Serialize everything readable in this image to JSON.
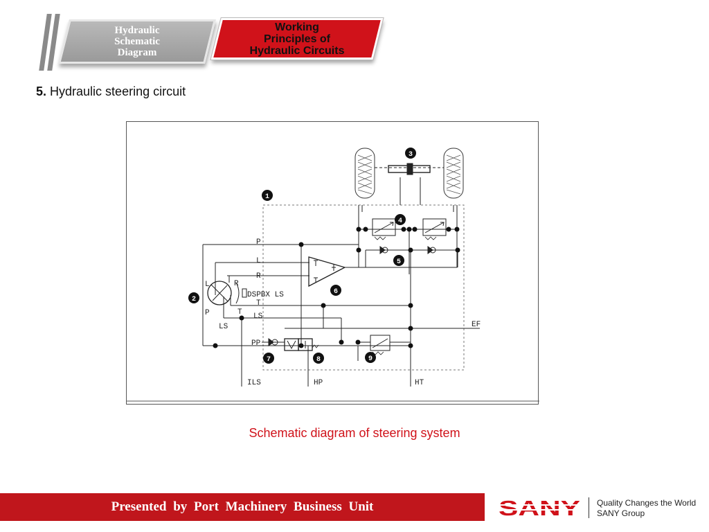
{
  "tabs": [
    {
      "label": "Hydraulic Schematic Diagram",
      "lines": [
        "Hydraulic",
        "Schematic",
        "Diagram"
      ],
      "active": false
    },
    {
      "label": "Working Principles of Hydraulic Circuits",
      "lines": [
        "Working",
        "Principles of",
        "Hydraulic Circuits"
      ],
      "active": true
    }
  ],
  "heading": {
    "number": "5.",
    "text": "Hydraulic steering circuit"
  },
  "diagram": {
    "labels": {
      "p_top": "P",
      "l": "L",
      "r": "R",
      "l_left": "L",
      "r_small": "R",
      "p_left": "P",
      "spbx": "DSPBX LS",
      "t1": "T",
      "t2": "T",
      "ls1": "LS",
      "ls2": "LS",
      "pp": "PP",
      "ef": "EF",
      "ils": "ILS",
      "hp": "HP",
      "ht": "HT"
    },
    "callouts": [
      "1",
      "2",
      "3",
      "4",
      "5",
      "6",
      "7",
      "8",
      "9"
    ]
  },
  "caption": "Schematic diagram of steering system",
  "footer": {
    "text": "Presented  by  Port  Machinery  Business Unit",
    "brand": "SANY",
    "slogan_line1": "Quality Changes the World",
    "slogan_line2": "SANY Group"
  },
  "colors": {
    "accent_red": "#d0121a",
    "tab_grey": "#a6a6a6",
    "footer_red": "#c0161c"
  }
}
